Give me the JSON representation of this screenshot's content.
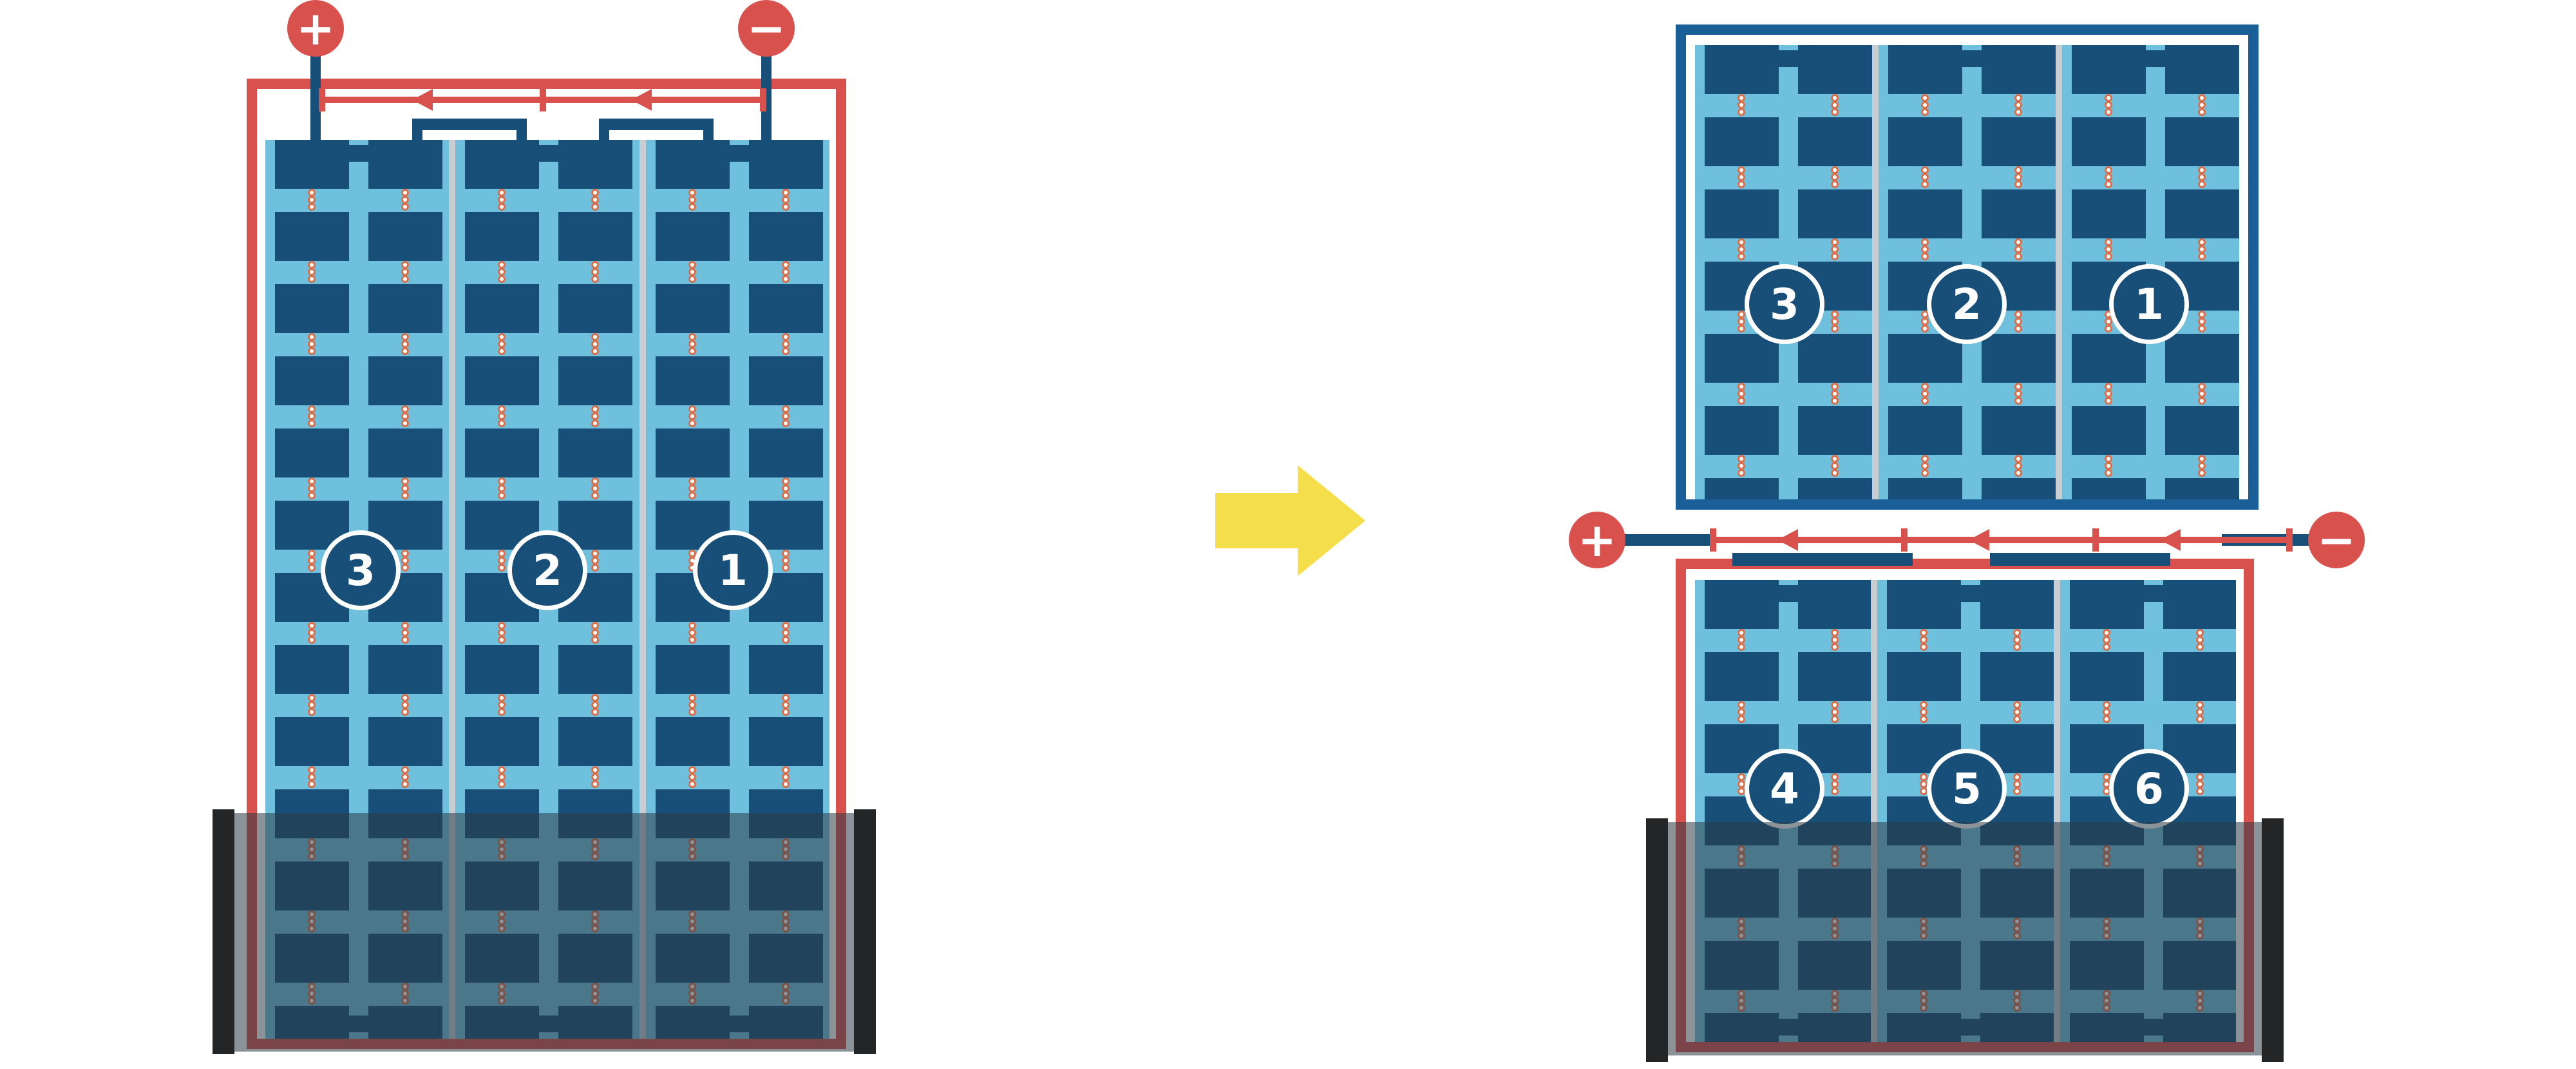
{
  "terminals": {
    "plus": "+",
    "minus": "−"
  },
  "left_diagram": {
    "module_labels": [
      "3",
      "2",
      "1"
    ]
  },
  "right_diagram": {
    "top_module_labels": [
      "3",
      "2",
      "1"
    ],
    "bottom_module_labels": [
      "4",
      "5",
      "6"
    ]
  },
  "grid": {
    "strings": 3,
    "cell_columns_per_module": 2
  },
  "colors": {
    "panel_light_blue": "#6FC0DC",
    "cell_navy": "#174F78",
    "frame_red": "#D9514C",
    "frame_blue": "#1A5F98",
    "wire_red": "#D9514C",
    "arrow_yellow": "#F5DE4B",
    "separator_gray": "#C7CDD1",
    "solder_dot_orange": "#DD6E4A",
    "shade_overlay": "rgba(43,58,70,0.55)",
    "shade_edge_black": "#232526"
  }
}
